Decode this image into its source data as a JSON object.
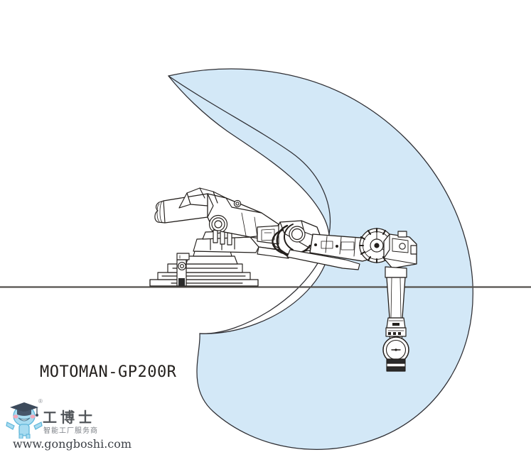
{
  "figure": {
    "model_label": "MOTOMAN-GP200R",
    "kind": "robot-work-envelope-side-view",
    "background_color": "#ffffff",
    "envelope_fill": "#d3e8f7",
    "envelope_stroke": "#2e2e33",
    "line_color": "#231f1c",
    "floor_line_color": "#55524e",
    "floor_line_y": 404
  },
  "watermark": {
    "brand_cn": "工博士",
    "registered_mark": "®",
    "tagline_cn": "智能工厂服务商",
    "url": "www.gongboshi.com",
    "mascot_icon": "graduate-mascot-icon",
    "mascot_color": "#8ed0ec",
    "cap_color": "#3d4b5c",
    "cheek_color": "#f4a6b8"
  },
  "chart_data": {
    "type": "area",
    "title": "MOTOMAN-GP200R",
    "xlabel": "",
    "ylabel": "",
    "description": "Side-view reach (work envelope) diagram of a 6-axis industrial robot. The shaded crescent region is the volume swept by the tool flange.",
    "series": [
      {
        "name": "work-envelope",
        "fill": "#d3e8f7",
        "stroke": "#2e2e33",
        "shape": "crescent-annulus",
        "outer_arc": {
          "center_x": 300,
          "center_y": 380,
          "radius": 375
        },
        "inner_arc": {
          "center_x": 352,
          "center_y": 340,
          "radius": 300
        }
      },
      {
        "name": "floor-reference-line",
        "y": 404,
        "x_start": 0,
        "x_end": 747,
        "color": "#55524e"
      }
    ],
    "annotations": [
      {
        "text": "MOTOMAN-GP200R",
        "x": 56,
        "y": 528
      }
    ],
    "grid": false,
    "legend": "none"
  }
}
